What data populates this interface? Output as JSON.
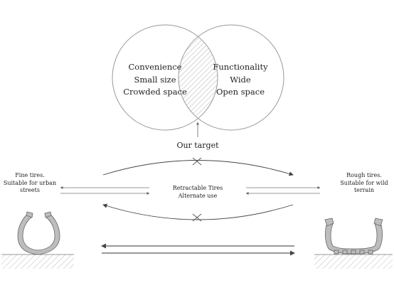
{
  "venn": {
    "left": {
      "lines": [
        "Convenience",
        "Small size",
        "Crowded space"
      ]
    },
    "right": {
      "lines": [
        "Functionality",
        "Wide",
        "Open space"
      ]
    }
  },
  "target_label": "Our target",
  "left_tire": {
    "lines": [
      "Fine tires.",
      "Suitable for urban",
      "streets"
    ]
  },
  "right_tire": {
    "lines": [
      "Rough tires.",
      "Suitable for wild",
      "terrain"
    ]
  },
  "center": {
    "lines": [
      "Retractable Tires",
      "Alternate use"
    ]
  }
}
